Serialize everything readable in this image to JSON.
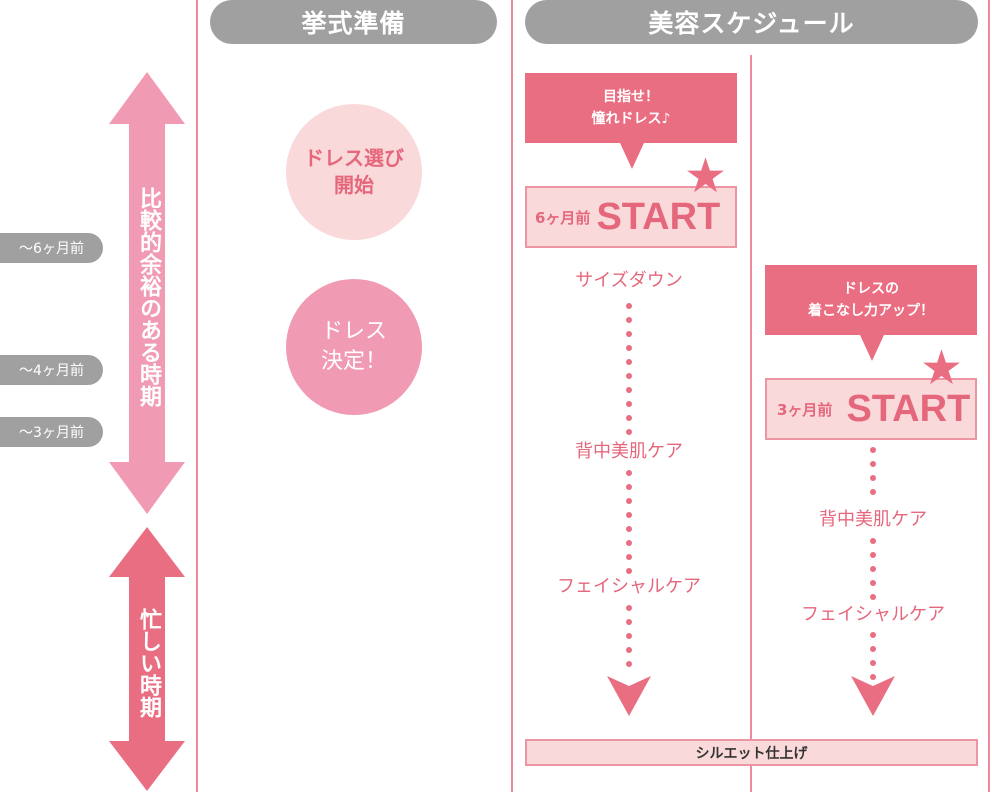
{
  "headers": {
    "ceremony_prep": "挙式準備",
    "beauty_schedule": "美容スケジュール"
  },
  "timeline": {
    "markers": [
      {
        "label": "〜6ヶ月前"
      },
      {
        "label": "〜4ヶ月前"
      },
      {
        "label": "〜3ヶ月前"
      }
    ],
    "relaxed_period": {
      "label": "比較的余裕のある時期",
      "color": "#F09BB3"
    },
    "busy_period": {
      "label": "忙しい時期",
      "color": "#EA6E82"
    }
  },
  "ceremony": {
    "milestones": [
      {
        "label": "ドレス選び\n開始",
        "bg": "#F9D9DA",
        "text_color": "#E5677C"
      },
      {
        "label": "ドレス\n決定！",
        "bg": "#F09BB3",
        "text_color": "#FFFFFF"
      }
    ]
  },
  "beauty": {
    "plan_6m": {
      "bubble": "目指せ！\n憧れドレス♪",
      "start_prefix": "6ヶ月前",
      "start_label": "START",
      "steps": [
        "サイズダウン",
        "背中美肌ケア",
        "フェイシャルケア"
      ]
    },
    "plan_3m": {
      "bubble": "ドレスの\n着こなし力アップ！",
      "start_prefix": "3ヶ月前",
      "start_label": "START",
      "steps": [
        "背中美肌ケア",
        "フェイシャルケア"
      ]
    },
    "finish": "シルエット仕上げ"
  },
  "colors": {
    "accent": "#EA6E82",
    "light_pink": "#F9D9DA",
    "mid_pink": "#F09BB3",
    "gray": "#A0A0A0",
    "line": "#EE8A9C"
  }
}
